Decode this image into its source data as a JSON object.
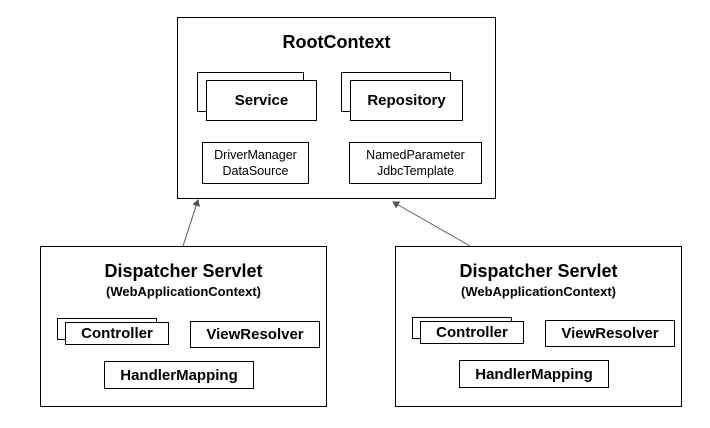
{
  "root": {
    "title": "RootContext",
    "service": "Service",
    "repository": "Repository",
    "datasource_line1": "DriverManager",
    "datasource_line2": "DataSource",
    "jdbc_line1": "NamedParameter",
    "jdbc_line2": "JdbcTemplate"
  },
  "dispatchers": [
    {
      "title": "Dispatcher Servlet",
      "subtitle": "(WebApplicationContext)",
      "controller": "Controller",
      "view_resolver": "ViewResolver",
      "handler_mapping": "HandlerMapping"
    },
    {
      "title": "Dispatcher Servlet",
      "subtitle": "(WebApplicationContext)",
      "controller": "Controller",
      "view_resolver": "ViewResolver",
      "handler_mapping": "HandlerMapping"
    }
  ],
  "colors": {
    "line": "#000000",
    "arrow": "#555555",
    "background": "#ffffff"
  }
}
